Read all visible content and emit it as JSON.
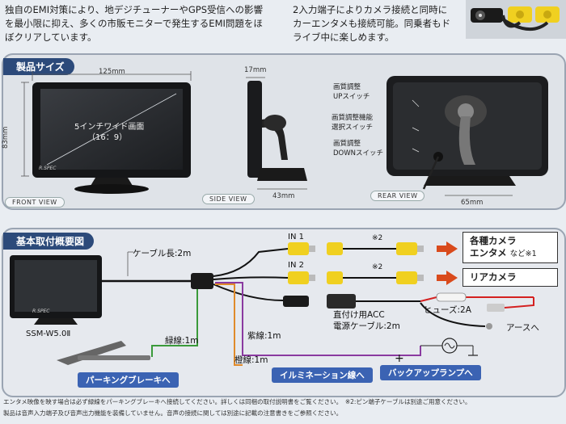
{
  "intro_left": "独自のEMI対策により、地デジチューナーやGPS受信への影響\nを最小限に抑え、多くの市販モニターで発生するEMI問題をほ\nぼクリアしています。",
  "intro_right": "2入力端子によりカメラ接続と同時に\nカーエンタメも接続可能。同乗者もド\nライブ中に楽しめます。",
  "size_section": {
    "title": "製品サイズ",
    "front": {
      "width": "125mm",
      "height": "83mm",
      "screen_line1": "5インチワイド画面",
      "screen_line2": "（16：9）",
      "label": "FRONT VIEW",
      "logo": "R.SPEC"
    },
    "side": {
      "depth_top": "17mm",
      "depth_bottom": "43mm",
      "label": "SIDE VIEW"
    },
    "rear": {
      "label": "REAR VIEW",
      "width": "65mm",
      "up_switch_1": "画質調整",
      "up_switch_2": "UPスイッチ",
      "sel_switch_1": "画質調整機能",
      "sel_switch_2": "選択スイッチ",
      "down_switch_1": "画質調整",
      "down_switch_2": "DOWNスイッチ"
    }
  },
  "wiring_section": {
    "title": "基本取付概要図",
    "model": "SSM-W5.0Ⅱ",
    "logo": "R.SPEC",
    "cable_length": "ケーブル長:2m",
    "in1": "IN 1",
    "in2": "IN 2",
    "note_mark_1": "※2",
    "note_mark_2": "※2",
    "dest_camera_1": "各種カメラ",
    "dest_camera_2": "エンタメ",
    "dest_camera_3": "など※1",
    "dest_rear": "リアカメラ",
    "acc_1": "直付け用ACC",
    "acc_2": "電源ケーブル:2m",
    "fuse": "ヒューズ:2A",
    "ground": "アースへ",
    "green_wire": "緑線:1m",
    "purple_wire": "紫線:1m",
    "orange_wire": "橙線:1m",
    "plus_sign": "+",
    "parking_brake": "パーキングブレーキへ",
    "illumination": "イルミネーション線へ",
    "backup_lamp": "バックアップランプへ",
    "footnote_1": "エンタメ映像を映す場合は必ず緑線をパーキングブレーキへ接続してください。詳しくは同梱の取付説明書をご覧ください。　※2:ピン端子ケーブルは別途ご用意ください。",
    "footnote_2": "製品は音声入力端子及び音声出力機能を装備していません。音声の接続に関しては別途に記載の注意書きをご参照ください。"
  },
  "colors": {
    "section_title": "#2c4a7a",
    "label_button": "#3b63b3",
    "arrow": "#d94a1c",
    "rca_yellow": "#f0d020",
    "green_wire": "#3a9a3a",
    "purple_wire": "#8a3aa0",
    "orange_wire": "#e08a2a",
    "red_wire": "#d42020"
  }
}
